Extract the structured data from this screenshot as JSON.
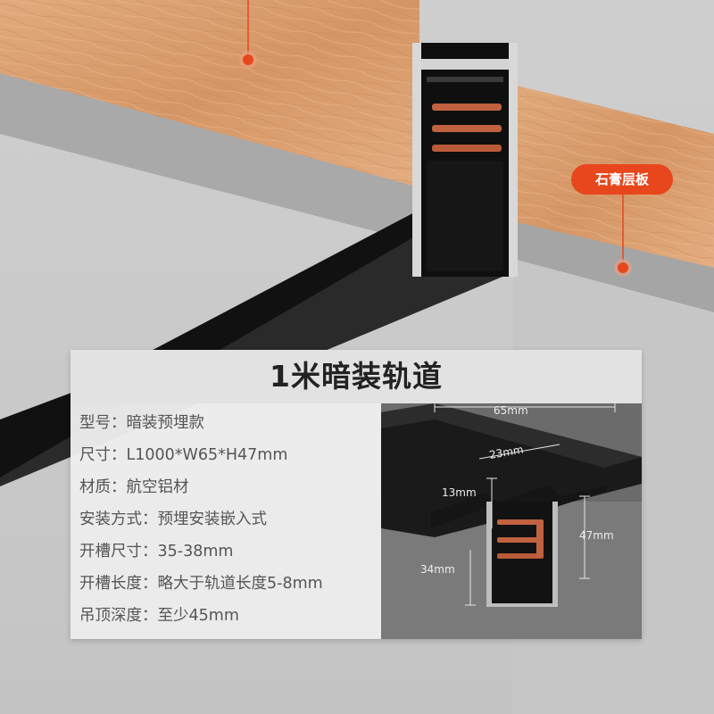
{
  "callout": {
    "label": "石膏层板"
  },
  "product": {
    "title": "1米暗装轨道",
    "specs": [
      {
        "label": "型号：",
        "value": "暗装预埋款"
      },
      {
        "label": "尺寸：",
        "value": "L1000*W65*H47mm"
      },
      {
        "label": "材质：",
        "value": "航空铝材"
      },
      {
        "label": "安装方式：",
        "value": "预埋安装嵌入式"
      },
      {
        "label": "开槽尺寸：",
        "value": "35-38mm"
      },
      {
        "label": "开槽长度：",
        "value": "略大于轨道长度5-8mm"
      },
      {
        "label": "吊顶深度：",
        "value": "至少45mm"
      }
    ]
  },
  "diagram": {
    "dimensions": {
      "width": "65mm",
      "inner": "23mm",
      "step": "13mm",
      "height": "47mm",
      "depth": "34mm"
    }
  },
  "colors": {
    "accent": "#e8461c",
    "wood": "#d89a6a",
    "track": "#141414",
    "copper": "#c0623f"
  }
}
